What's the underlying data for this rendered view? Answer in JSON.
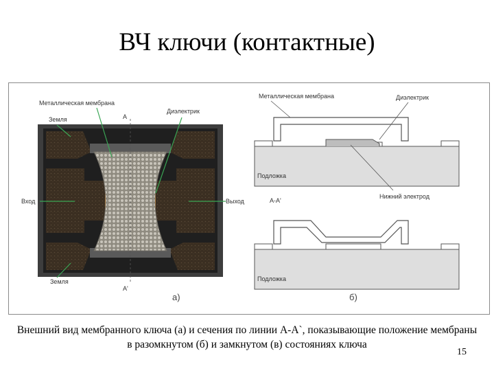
{
  "slide": {
    "title": "ВЧ ключи (контактные)",
    "caption": "Внешний вид мембранного ключа (а) и сечения по линии А-А`, показывающие положение мембраны в разомкнутом (б) и замкнутом (в) состояниях ключа",
    "page_number": "15"
  },
  "figure_a": {
    "label_membrane": "Металлическая мембрана",
    "label_ground_top": "Земля",
    "label_ground_bottom": "Земля",
    "label_dielectric": "Диэлектрик",
    "label_input": "Вход",
    "label_output": "Выход",
    "label_a_top": "А",
    "label_a_bottom": "А'",
    "panel_label": "а)"
  },
  "figure_b": {
    "label_membrane": "Металлическая мембрана",
    "label_dielectric": "Диэлектрик",
    "label_substrate_top": "Подложка",
    "label_substrate_bottom": "Подложка",
    "label_bottom_electrode": "Нижний электрод",
    "label_section": "А-А'",
    "panel_label": "б)"
  },
  "colors": {
    "dark_body": "#2b2b2b",
    "ground_pad": "#3b2f22",
    "membrane_mesh": "#a9a59b",
    "contact_orange": "#e08a1e",
    "leader_green": "#3aa655",
    "substrate": "#dedede"
  }
}
